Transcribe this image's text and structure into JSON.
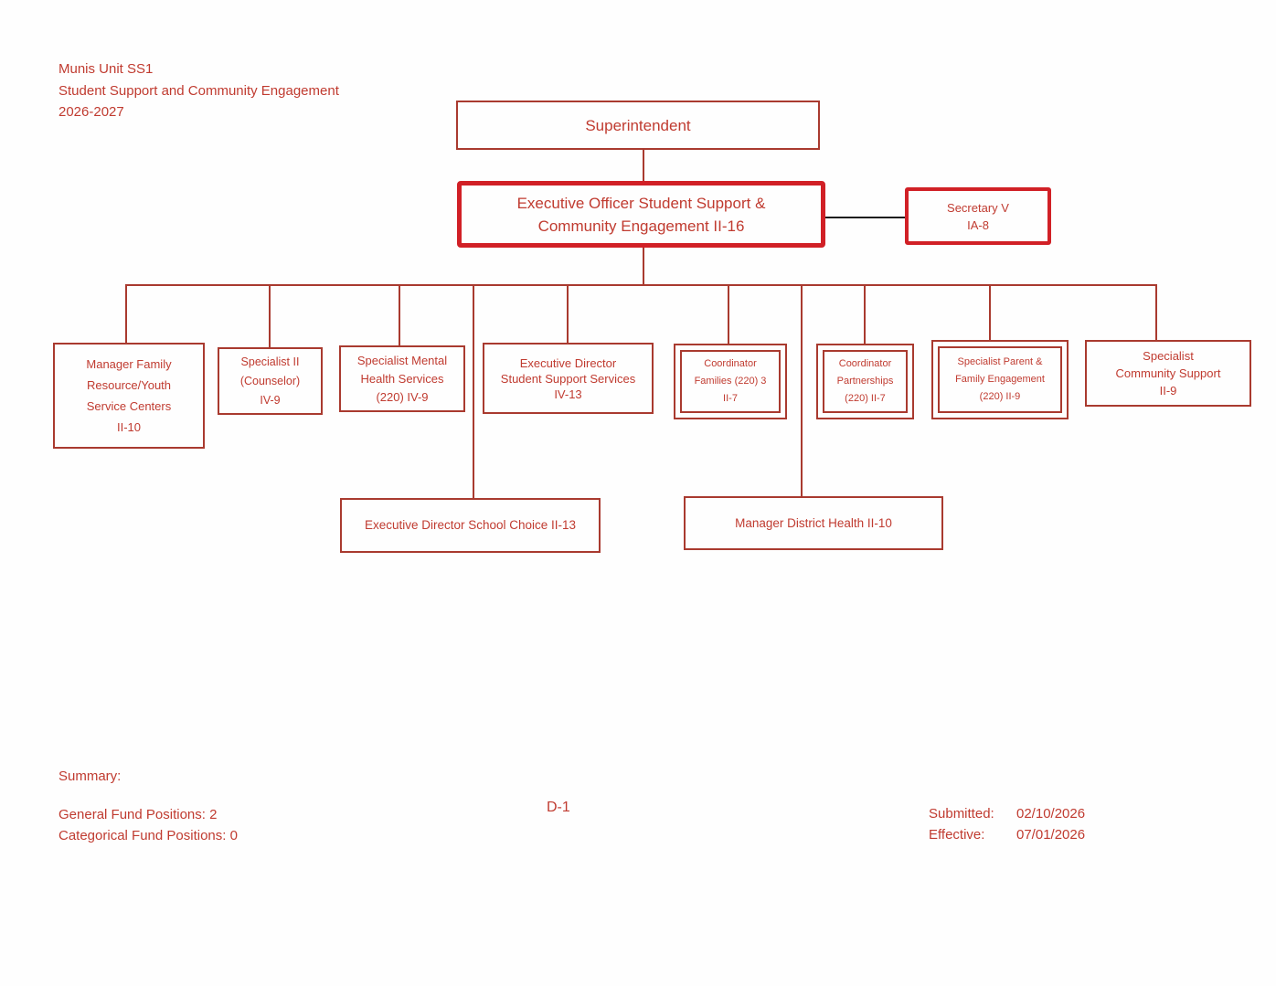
{
  "colors": {
    "text_red": "#c03b30",
    "line_red": "#a93a2f",
    "thick_border_red": "#d12026",
    "connector_black": "#1d1d1d",
    "background": "#fefefe"
  },
  "header": {
    "lines": [
      "Munis Unit SS1",
      "Student Support and Community Engagement",
      "2026-2027"
    ]
  },
  "nodes": {
    "superintendent": {
      "lines": [
        "Superintendent"
      ]
    },
    "executive_officer": {
      "lines": [
        "Executive Officer Student Support &",
        "Community Engagement II-16"
      ]
    },
    "secretary": {
      "lines": [
        "Secretary V",
        "IA-8"
      ]
    },
    "manager_frysc": {
      "lines": [
        "Manager Family",
        "Resource/Youth",
        "Service Centers",
        "II-10"
      ]
    },
    "specialist_counselor": {
      "lines": [
        "Specialist II",
        "(Counselor)",
        "IV-9"
      ]
    },
    "specialist_mental_health": {
      "lines": [
        "Specialist Mental",
        "Health Services",
        "(220) IV-9"
      ]
    },
    "ed_student_support": {
      "lines": [
        "Executive Director",
        "Student Support Services",
        "IV-13"
      ]
    },
    "coordinator_families": {
      "lines": [
        "Coordinator",
        "Families (220) 3",
        "II-7"
      ]
    },
    "coordinator_partnerships": {
      "lines": [
        "Coordinator",
        "Partnerships",
        "(220) II-7"
      ]
    },
    "specialist_parent_family": {
      "lines": [
        "Specialist Parent &",
        "Family Engagement",
        "(220) II-9"
      ]
    },
    "specialist_community_support": {
      "lines": [
        "Specialist",
        "Community Support",
        "II-9"
      ]
    },
    "ed_school_choice": {
      "lines": [
        "Executive Director School Choice II-13"
      ]
    },
    "manager_district_health": {
      "lines": [
        "Manager District Health II-10"
      ]
    }
  },
  "summary": {
    "title": "Summary:",
    "general_fund": "General Fund Positions: 2",
    "categorical_fund": "Categorical Fund Positions: 0"
  },
  "footer": {
    "page_number": "D-1",
    "submitted_label": "Submitted:",
    "submitted_date": "02/10/2026",
    "effective_label": "Effective:",
    "effective_date": "07/01/2026"
  }
}
